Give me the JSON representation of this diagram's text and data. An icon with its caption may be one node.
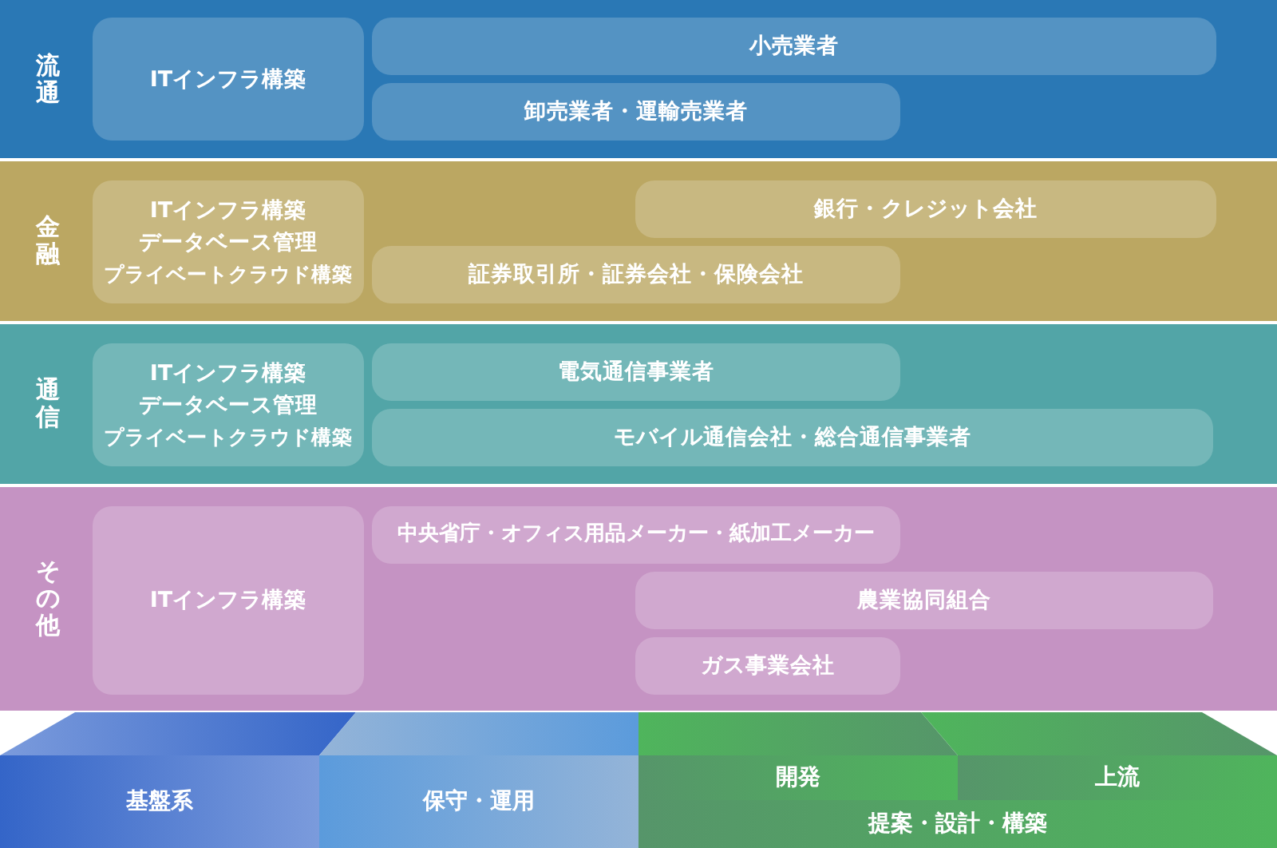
{
  "diagram": {
    "nodes": [
      {
        "text": [
          "流通"
        ]
      },
      {
        "text": [
          "ITインフラ構築"
        ],
        "in": 0
      },
      {
        "text": [
          "小売業者"
        ],
        "in": 0
      },
      {
        "text": [
          "卸売業者・運輸売業者"
        ],
        "in": 0
      },
      {
        "text": [
          "金融"
        ]
      },
      {
        "text": [
          "ITインフラ構築",
          "データベース管理",
          "プライベートクラウド構築"
        ],
        "in": 4
      },
      {
        "text": [
          "銀行・クレジット会社"
        ],
        "in": 4
      },
      {
        "text": [
          "証券取引所・証券会社・保険会社"
        ],
        "in": 4
      },
      {
        "text": [
          "通信"
        ]
      },
      {
        "text": [
          "ITインフラ構築",
          "データベース管理",
          "プライベートクラウド構築"
        ],
        "in": 8
      },
      {
        "text": [
          "電気通信事業者"
        ],
        "in": 8
      },
      {
        "text": [
          "モバイル通信会社・総合通信事業者"
        ],
        "in": 8
      },
      {
        "text": [
          "その他"
        ]
      },
      {
        "text": [
          "ITインフラ構築"
        ],
        "in": 12
      },
      {
        "text": [
          "中央省庁・オフィス用品メーカー・紙加工メーカー"
        ],
        "in": 12
      },
      {
        "text": [
          "農業協同組合"
        ],
        "in": 12
      },
      {
        "text": [
          "ガス事業会社"
        ],
        "in": 12
      },
      {
        "text": [
          "基盤系"
        ]
      },
      {
        "text": [
          "保守・運用"
        ]
      },
      {
        "text": [
          "開発"
        ]
      },
      {
        "text": [
          "上流"
        ]
      },
      {
        "text": [
          "提案・設計・構築"
        ]
      }
    ]
  }
}
